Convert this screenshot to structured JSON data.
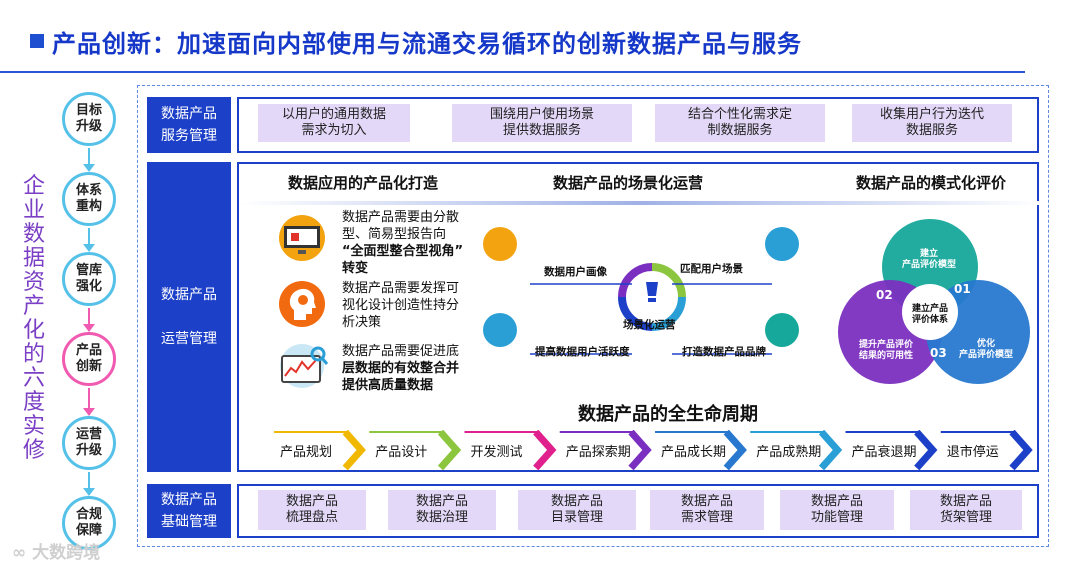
{
  "title": "产品创新：加速面向内部使用与流通交易循环的创新数据产品与服务",
  "side_label": "企业数据资产化的六度实修",
  "steps": [
    {
      "label_1": "目标",
      "label_2": "升级"
    },
    {
      "label_1": "体系",
      "label_2": "重构"
    },
    {
      "label_1": "管库",
      "label_2": "强化"
    },
    {
      "label_1": "产品",
      "label_2": "创新"
    },
    {
      "label_1": "运营",
      "label_2": "升级"
    },
    {
      "label_1": "合规",
      "label_2": "保障"
    }
  ],
  "service_row": {
    "label_1": "数据产品",
    "label_2": "服务管理",
    "items": [
      {
        "line1": "以用户的通用数据",
        "line2": "需求为切入"
      },
      {
        "line1": "围绕用户使用场景",
        "line2": "提供数据服务"
      },
      {
        "line1": "结合个性化需求定",
        "line2": "制数据服务"
      },
      {
        "line1": "收集用户行为迭代",
        "line2": "数据服务"
      }
    ]
  },
  "ops_row": {
    "label_1": "数据产品",
    "label_2": "运营管理",
    "productization": {
      "title": "数据应用的产品化打造",
      "items": [
        {
          "a": "数据产品需要由分散",
          "b": "型、简易型报告向",
          "c": "“全面型整合型视角”",
          "d": "转变"
        },
        {
          "a": "数据产品需要发挥可",
          "b": "视化设计创造性持分",
          "c": "析决策",
          "d": ""
        },
        {
          "a": "数据产品需要促进底",
          "b": "层数据的有效整合并",
          "c": "提供高质量数据",
          "d": ""
        }
      ]
    },
    "scenario": {
      "title": "数据产品的场景化运营",
      "center": "场景化运营",
      "labels": [
        "数据用户画像",
        "匹配用户场景",
        "提高数据用户活跃度",
        "打造数据产品品牌"
      ]
    },
    "evaluation": {
      "title": "数据产品的模式化评价",
      "center_1": "建立产品",
      "center_2": "评价体系",
      "circles": [
        {
          "num": "01",
          "line1": "建立",
          "line2": "产品评价模型"
        },
        {
          "num": "02",
          "line1": "提升产品评价",
          "line2": "结果的可用性"
        },
        {
          "num": "03",
          "line1": "优化",
          "line2": "产品评价模型"
        }
      ]
    },
    "lifecycle": {
      "title": "数据产品的全生命周期",
      "stages": [
        "产品规划",
        "产品设计",
        "开发测试",
        "产品探索期",
        "产品成长期",
        "产品成熟期",
        "产品衰退期",
        "退市停运"
      ],
      "colors": [
        "#f0b800",
        "#8cc63f",
        "#e0208c",
        "#7b2fc0",
        "#2878d0",
        "#2a9fd6",
        "#1d40c8",
        "#1d40c8"
      ]
    }
  },
  "base_row": {
    "label_1": "数据产品",
    "label_2": "基础管理",
    "items": [
      {
        "line1": "数据产品",
        "line2": "梳理盘点"
      },
      {
        "line1": "数据产品",
        "line2": "数据治理"
      },
      {
        "line1": "数据产品",
        "line2": "目录管理"
      },
      {
        "line1": "数据产品",
        "line2": "需求管理"
      },
      {
        "line1": "数据产品",
        "line2": "功能管理"
      },
      {
        "line1": "数据产品",
        "line2": "货架管理"
      }
    ]
  },
  "watermark": "大数跨境",
  "colors": {
    "primary": "#1d40c8",
    "pill": "#e3d8f8",
    "step_ring": "#55c1e8",
    "step_active": "#f05ab0",
    "side_text": "#7a3fc4"
  }
}
